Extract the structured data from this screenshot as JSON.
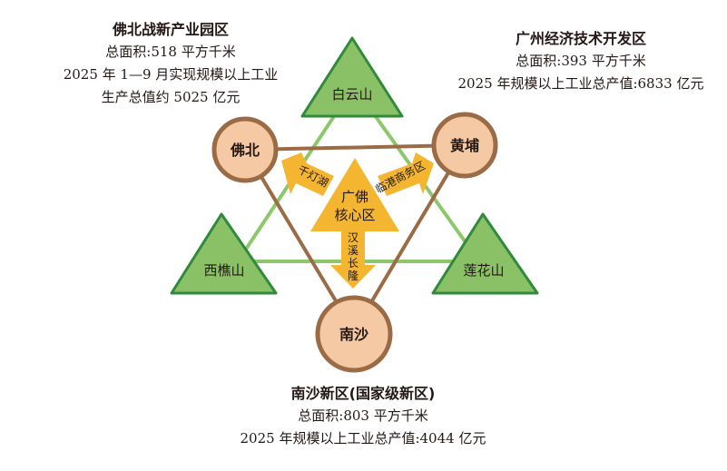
{
  "blocks": {
    "foshan": {
      "title": "佛北战新产业园区",
      "line1": "总面积:518 平方千米",
      "line2": "2025 年 1—9 月实现规模以上工业",
      "line3": "生产总值约 5025 亿元"
    },
    "guangzhou": {
      "title": "广州经济技术开发区",
      "line1": "总面积:393 平方千米",
      "line2": "2025 年规模以上工业总产值:6833 亿元"
    },
    "nansha": {
      "title": "南沙新区(国家级新区)",
      "line1": "总面积:803 平方千米",
      "line2": "2025 年规模以上工业总产值:4044 亿元"
    }
  },
  "nodes": {
    "fobei": "佛北",
    "huangpu": "黄埔",
    "nansha": "南沙"
  },
  "mountains": {
    "baiyun": "白云山",
    "xiqiao": "西樵山",
    "lianhua": "莲花山"
  },
  "core": {
    "line1": "广佛",
    "line2": "核心区"
  },
  "arrows": {
    "qiandeng": "千灯湖",
    "lingang": "临港商务区",
    "hanxi": [
      "汉",
      "溪",
      "长",
      "隆"
    ]
  },
  "colors": {
    "circle_fill": "#f5c9a3",
    "circle_stroke": "#9b6b45",
    "triangle_fill": "#8bc166",
    "triangle_stroke": "#2f8a3c",
    "core_fill": "#f4b630",
    "brown_line": "#9b6b45",
    "green_line": "#8cc86b"
  }
}
